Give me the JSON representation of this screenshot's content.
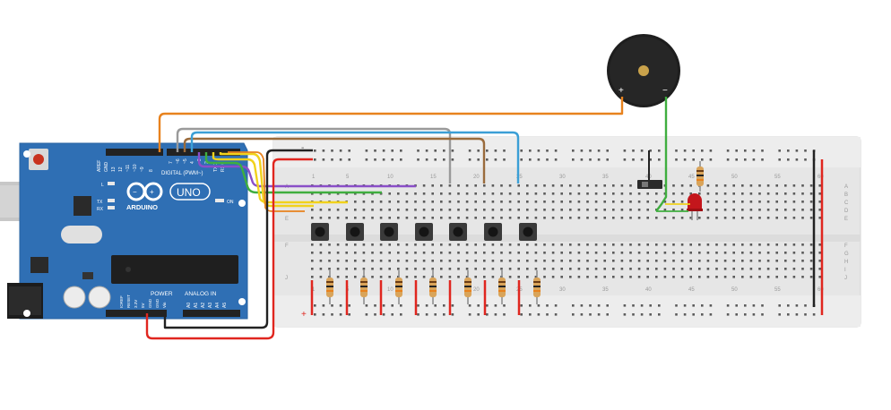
{
  "arduino": {
    "brand": "ARDUINO",
    "model": "UNO",
    "digital_label": "DIGITAL (PWM~)",
    "power_label": "POWER",
    "analog_label": "ANALOG IN",
    "on_label": "ON",
    "led_l": "L",
    "led_tx": "TX",
    "led_rx": "RX",
    "digital_pins": [
      "AREF",
      "GND",
      "13",
      "12",
      "~11",
      "~10",
      "~9",
      "8",
      "7",
      "~6",
      "~5",
      "4",
      "~3",
      "2",
      "TX 1",
      "RX 0"
    ],
    "power_pins": [
      "IOREF",
      "RESET",
      "3.3V",
      "5V",
      "GND",
      "GND",
      "Vin"
    ],
    "analog_pins": [
      "A0",
      "A1",
      "A2",
      "A3",
      "A4",
      "A5"
    ]
  },
  "breadboard": {
    "col_numbers_top": [
      "1",
      "5",
      "10",
      "15",
      "20",
      "25",
      "30",
      "35",
      "40",
      "45",
      "50",
      "55",
      "60"
    ],
    "col_numbers_bottom": [
      "1",
      "5",
      "10",
      "15",
      "20",
      "25",
      "30",
      "35",
      "40",
      "45",
      "50",
      "55",
      "60"
    ],
    "row_letters_top": [
      "A",
      "B",
      "C",
      "D",
      "E"
    ],
    "row_letters_bottom": [
      "F",
      "G",
      "H",
      "I",
      "J"
    ],
    "rail_plus": "+",
    "rail_minus": "-"
  },
  "buzzer": {
    "plus": "+",
    "minus": "−"
  },
  "colors": {
    "board": "#2f6fb4",
    "breadboard": "#e6e6e6",
    "wire_orange": "#e8821e",
    "wire_gray": "#9a9a9a",
    "wire_brown": "#9a6b3c",
    "wire_blue": "#3b9fd6",
    "wire_purple": "#8a4fc7",
    "wire_green": "#3fae3f",
    "wire_yellow": "#f1d21c",
    "wire_red": "#e0261f",
    "wire_black": "#222222"
  }
}
